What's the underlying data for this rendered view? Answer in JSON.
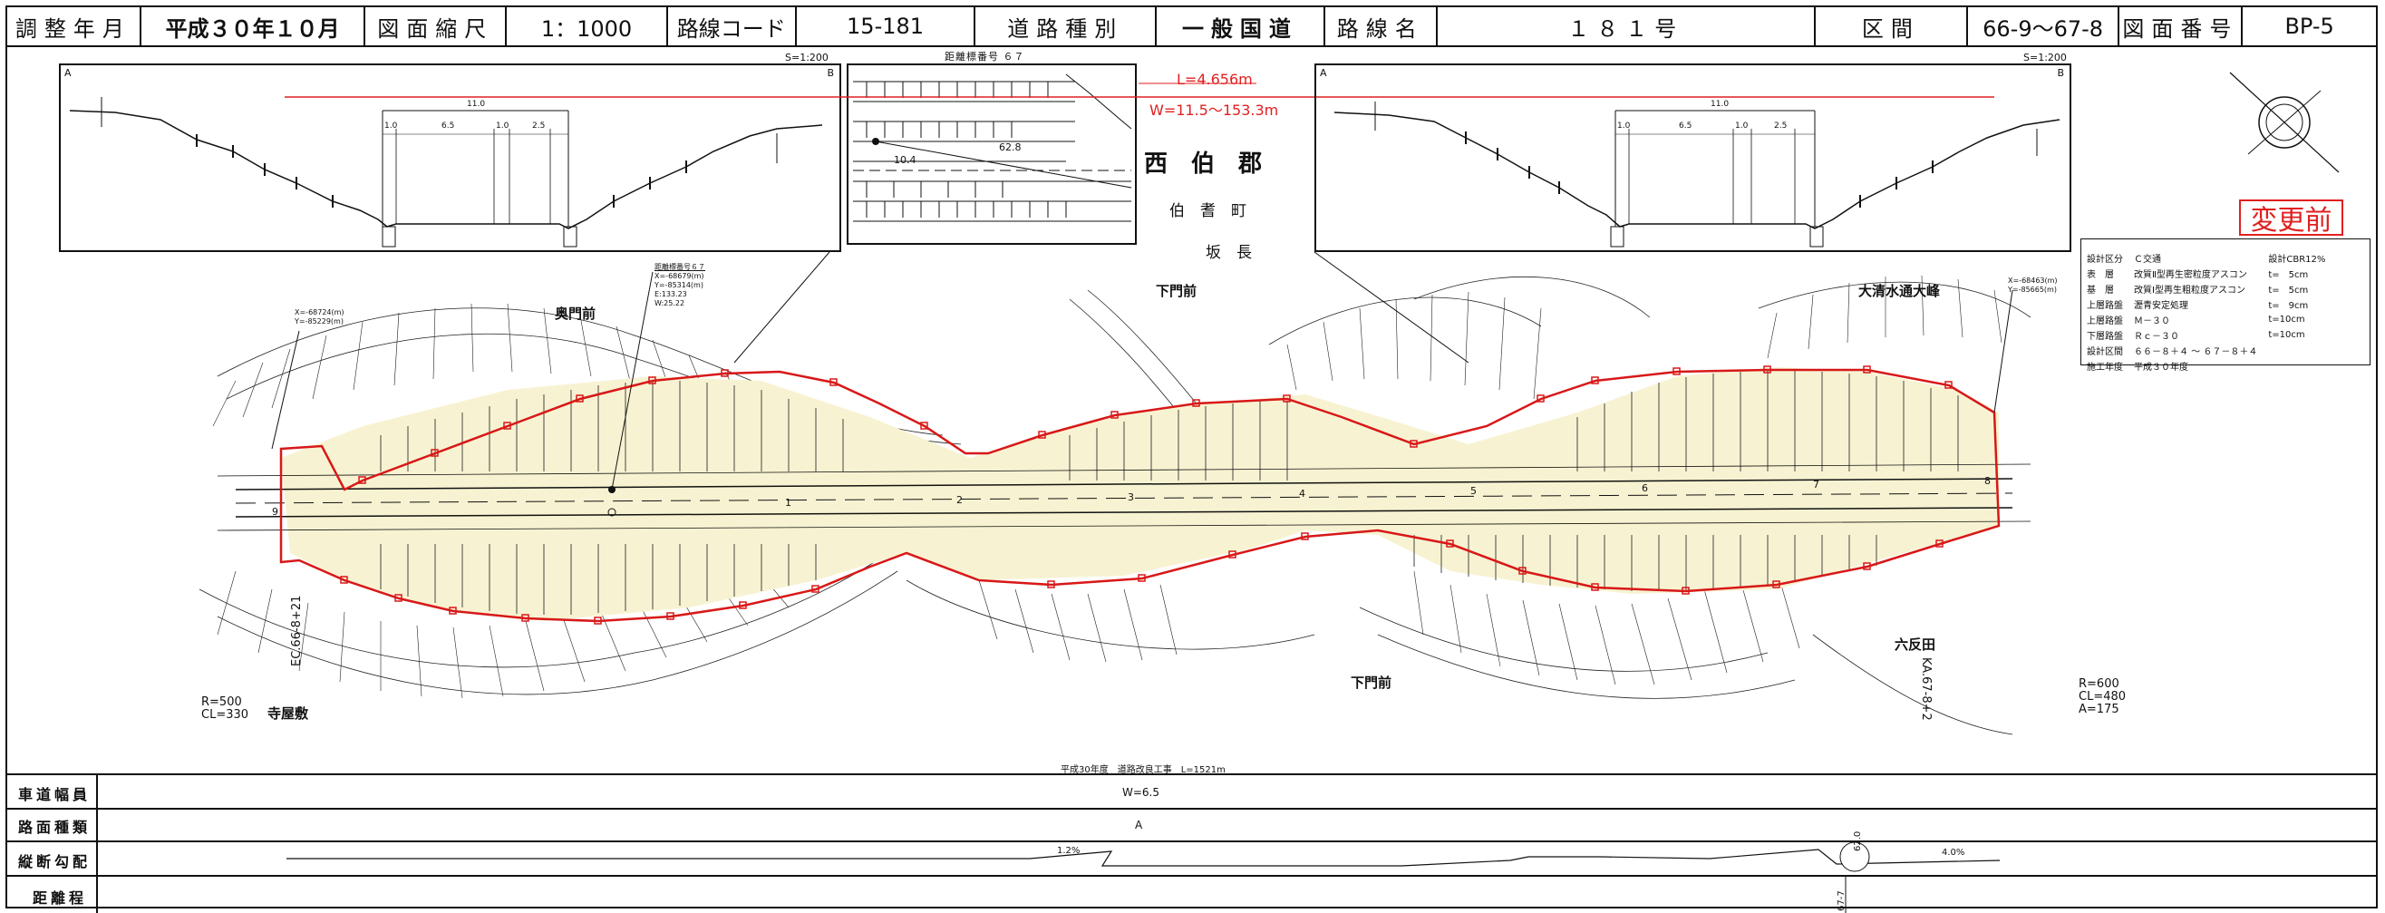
{
  "header": {
    "adj_year_label": "調整年月",
    "adj_year_value": "平成３０年１０月",
    "scale_label": "図面縮尺",
    "scale_value": "1：1000",
    "route_code_label": "路線コード",
    "route_code_value": "15-181",
    "road_type_label": "道路種別",
    "road_type_value": "一般国道",
    "route_name_label": "路線名",
    "route_name_value": "１８１号",
    "section_label": "区間",
    "section_value": "66-9～67-8",
    "drawing_no_label": "図面番号",
    "drawing_no_value": "BP-5"
  },
  "cross_section_left": {
    "label_a": "A",
    "label_b": "B",
    "scale": "S=1:200",
    "dim_total": "11.0",
    "dim_1": "1.0",
    "dim_2": "6.5",
    "dim_3": "1.0",
    "dim_4": "2.5"
  },
  "cross_section_right": {
    "label_a": "A",
    "label_b": "B",
    "scale": "S=1:200",
    "dim_total": "11.0",
    "dim_1": "1.0",
    "dim_2": "6.5",
    "dim_3": "1.0",
    "dim_4": "2.5"
  },
  "detail_inset": {
    "title": "距離標番号 ６７",
    "dim_a": "10.4",
    "dim_b": "62.8"
  },
  "summary": {
    "length": "L=4.656m",
    "width": "W=11.5～153.3m"
  },
  "area": {
    "district": "西　伯　郡",
    "town": "伯　耆　町",
    "locality": "坂　長"
  },
  "status_stamp": "変更前",
  "spec_table": {
    "rows": [
      [
        "設計区分",
        "Ｃ交通",
        "設計CBR12%"
      ],
      [
        "表　層",
        "改質Ⅱ型再生密粒度アスコン",
        "t=　5cm"
      ],
      [
        "基　層",
        "改質Ⅰ型再生粗粒度アスコン",
        "t=　5cm"
      ],
      [
        "上層路盤",
        "瀝青安定処理",
        "t=　9cm"
      ],
      [
        "上層路盤",
        "Ｍ－３０",
        "t=10cm"
      ],
      [
        "下層路盤",
        "Ｒｃ－３０",
        "t=10cm"
      ],
      [
        "設計区間",
        "６６－８＋４ ～ ６７－８＋４",
        ""
      ],
      [
        "施工年度",
        "平成３０年度",
        ""
      ]
    ]
  },
  "places": {
    "okumonmae": "奥門前",
    "shimomonmae_top": "下門前",
    "oshimizu": "大清水通大峰",
    "shimomonmae_bottom": "下門前",
    "rokutanda": "六反田",
    "terayashiki": "寺屋敷"
  },
  "survey_points": {
    "marker_note_title": "距離標番号６７",
    "marker_note_lines": [
      "X=-68679(m)",
      "Y=-85314(m)",
      "E:133.23",
      "W:25.22"
    ],
    "left_coords": [
      "X=-68724(m)",
      "Y=-85229(m)"
    ],
    "right_coords": [
      "X=-68463(m)",
      "Y=-85665(m)"
    ]
  },
  "curve_left": {
    "r": "R=500",
    "cl": "CL=330"
  },
  "curve_right": {
    "r": "R=600",
    "cl": "CL=480",
    "a": "A=175"
  },
  "station_labels": {
    "ec": "EC.66-8+21",
    "ka": "KA.67-8+2"
  },
  "station_numbers": [
    "9",
    "1",
    "2",
    "3",
    "4",
    "5",
    "6",
    "7",
    "8"
  ],
  "project_title": "平成30年度　道路改良工事　L=1521m",
  "profile_rows": {
    "width_label": "車道幅員",
    "width_value": "W=6.5",
    "surface_label": "路面種類",
    "surface_value": "A",
    "gradient_label": "縦断勾配",
    "gradient_1": "1.2%",
    "gradient_2": "4.0%",
    "gradient_vc": "62.0",
    "distance_label": "距離程",
    "distance_marker": "67-7"
  }
}
